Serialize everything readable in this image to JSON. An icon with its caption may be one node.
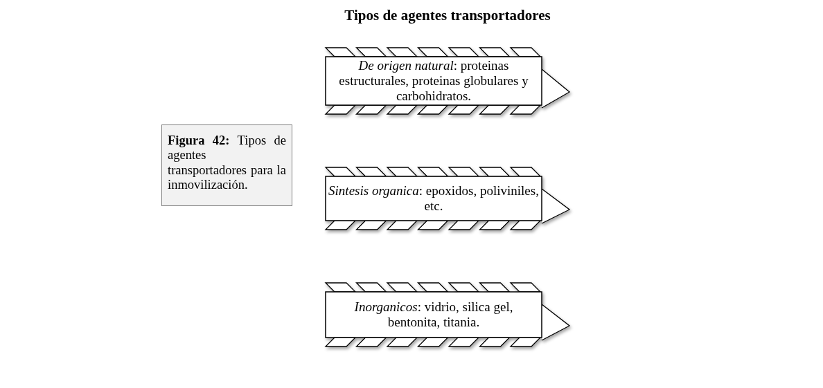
{
  "diagram": {
    "title": "Tipos de agentes transportadores",
    "nodes": [
      {
        "text": [
          "**Figura 42:** Tipos de agentes transportadores para la inmovilización."
        ]
      },
      {
        "text": [
          "*De origen natural*: proteinas estructurales, proteinas globulares y carbohidratos."
        ]
      },
      {
        "text": [
          "*Sintesis organica*: epoxidos, poliviniles, etc."
        ]
      },
      {
        "text": [
          "*Inorganicos*: vidrio, silica gel, bentonita, titania."
        ]
      }
    ]
  }
}
